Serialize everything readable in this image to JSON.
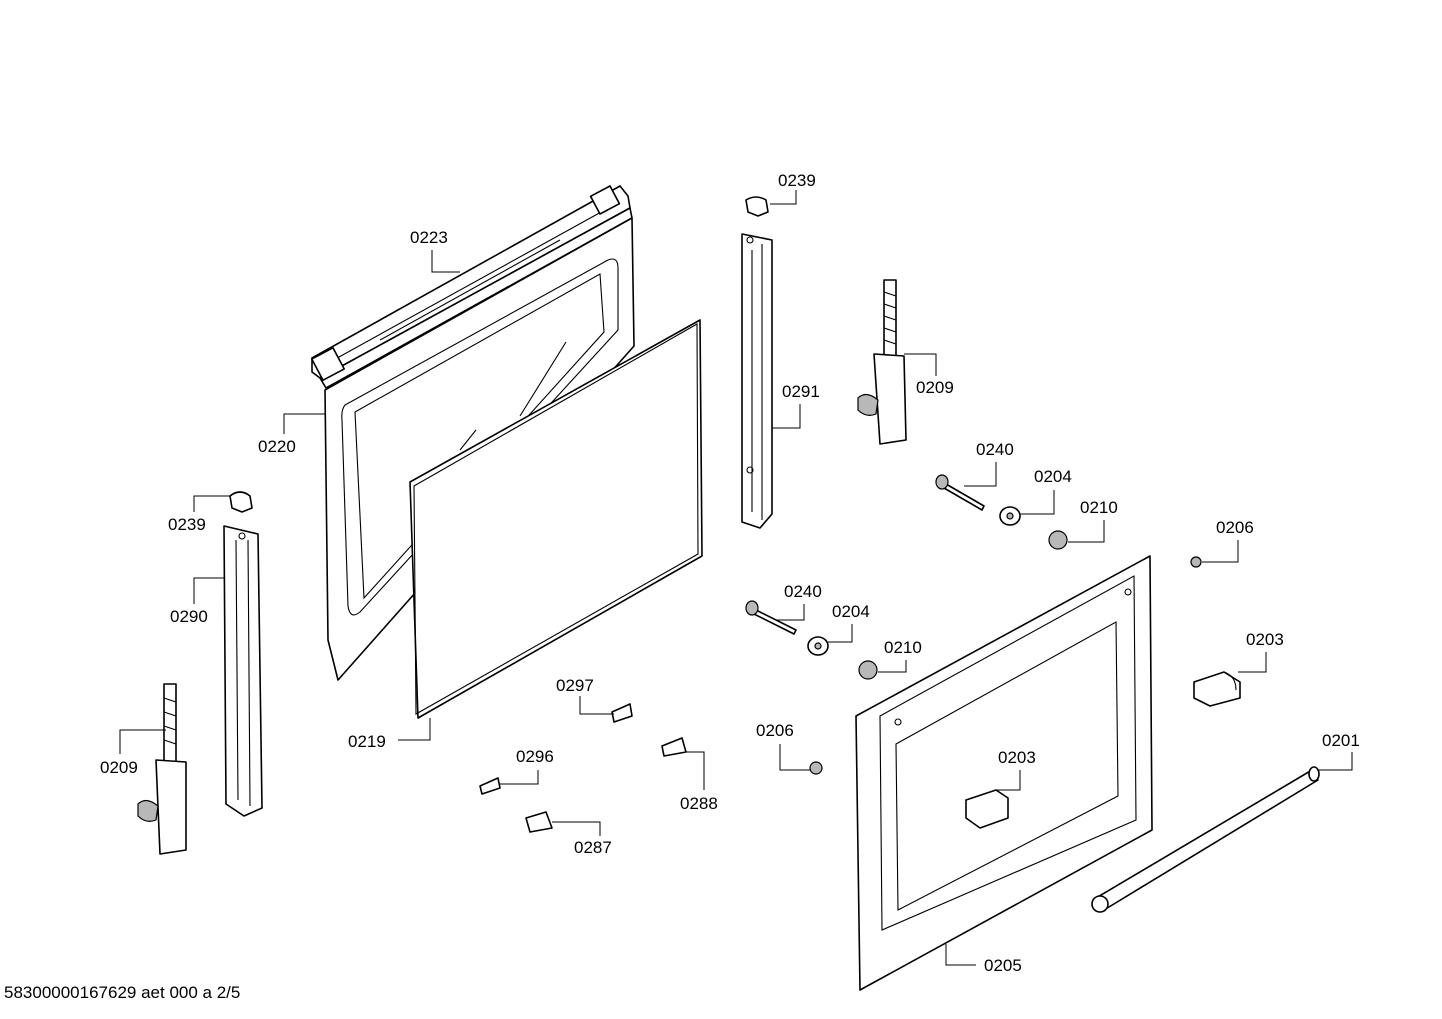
{
  "labels": {
    "p0239_top": "0239",
    "p0223": "0223",
    "p0291": "0291",
    "p0209_right": "0209",
    "p0220": "0220",
    "p0240_top": "0240",
    "p0204_top": "0204",
    "p0210_top": "0210",
    "p0206_right": "0206",
    "p0239_left": "0239",
    "p0290": "0290",
    "p0240_mid": "0240",
    "p0204_mid": "0204",
    "p0203_right": "0203",
    "p0210_mid": "0210",
    "p0297": "0297",
    "p0209_left": "0209",
    "p0219": "0219",
    "p0206_mid": "0206",
    "p0201": "0201",
    "p0296": "0296",
    "p0203_mid": "0203",
    "p0288": "0288",
    "p0287": "0287",
    "p0205": "0205"
  },
  "footer": {
    "doc_code": "58300000167629 aet 000 a 2/5"
  }
}
